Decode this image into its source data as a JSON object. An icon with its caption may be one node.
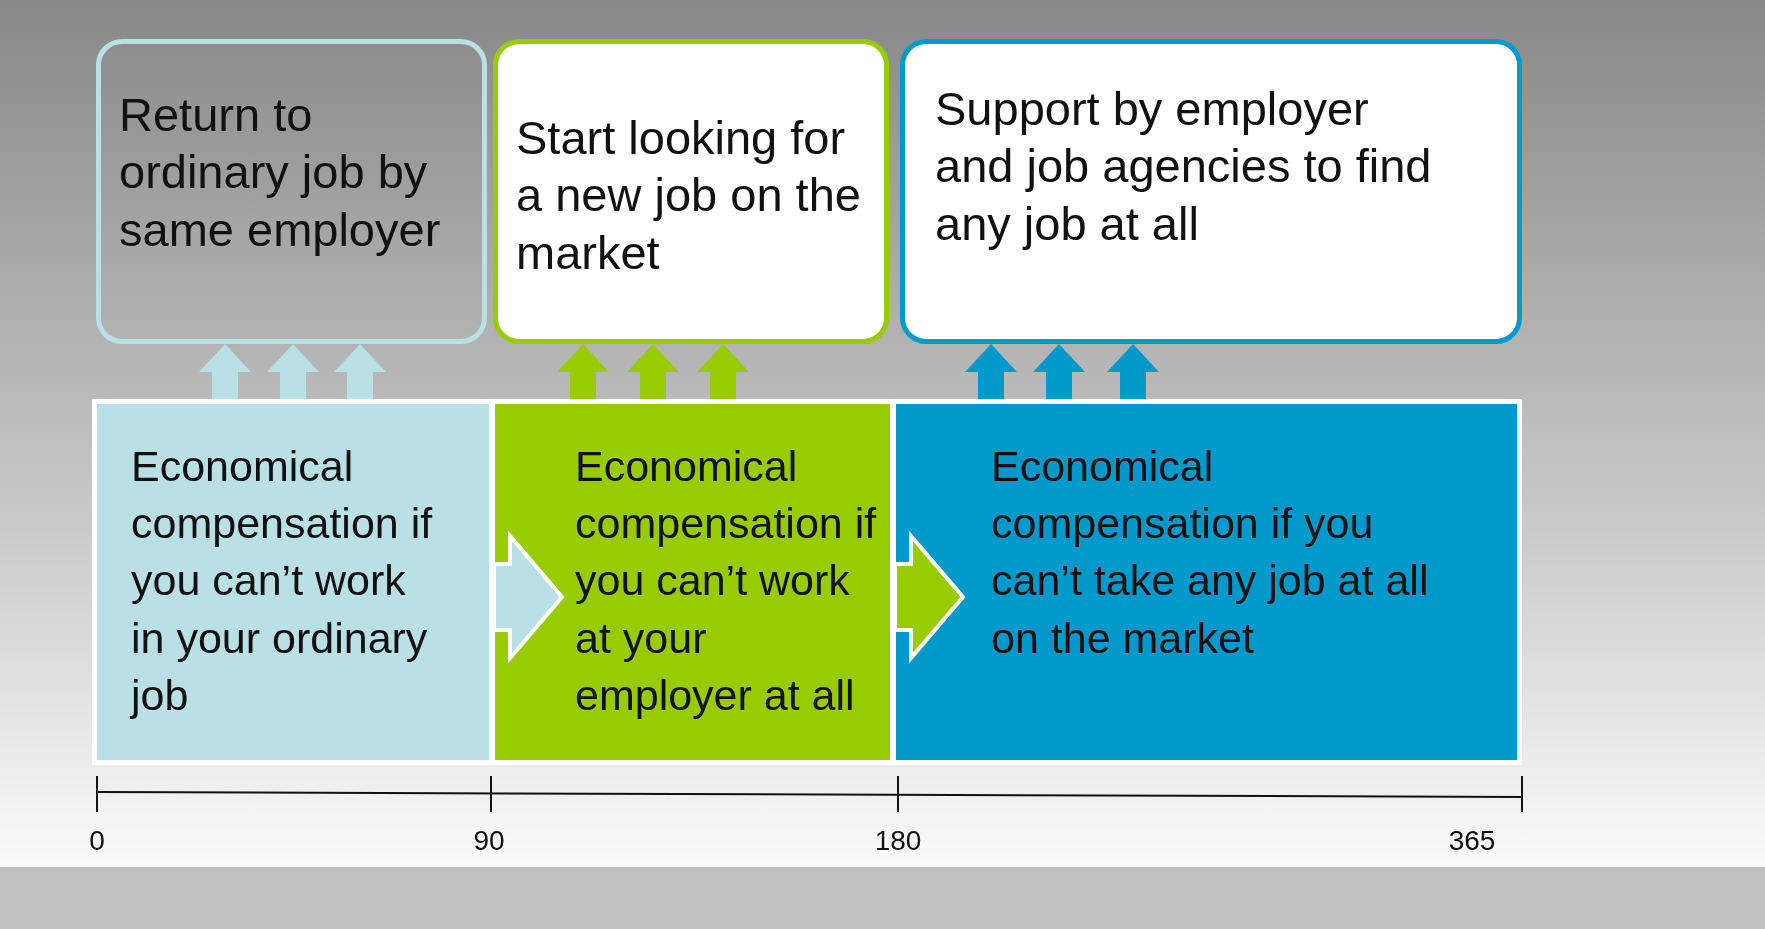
{
  "diagram": {
    "nodes": [
      {
        "text": [
          "Return to ordinary job by same employer"
        ]
      },
      {
        "text": [
          "Start looking for a new job on the market"
        ]
      },
      {
        "text": [
          "Support by employer and job agencies to find any job at all"
        ]
      },
      {
        "text": [
          "Economical compensation if you can’t work in your ordinary job"
        ]
      },
      {
        "text": [
          "Economical compensation if you can’t work at your employer at all"
        ]
      },
      {
        "text": [
          "Economical compensation if you can’t take any job at all on the market"
        ]
      }
    ],
    "edges": [
      {
        "from": 3,
        "to": 0,
        "arrow": "to",
        "style": "thick",
        "color": "#b9e0e5"
      },
      {
        "from": 3,
        "to": 0,
        "arrow": "to",
        "style": "thick",
        "color": "#b9e0e5"
      },
      {
        "from": 3,
        "to": 0,
        "arrow": "to",
        "style": "thick",
        "color": "#b9e0e5"
      },
      {
        "from": 4,
        "to": 1,
        "arrow": "to",
        "style": "thick",
        "color": "#99cc00"
      },
      {
        "from": 4,
        "to": 1,
        "arrow": "to",
        "style": "thick",
        "color": "#99cc00"
      },
      {
        "from": 4,
        "to": 1,
        "arrow": "to",
        "style": "thick",
        "color": "#99cc00"
      },
      {
        "from": 5,
        "to": 2,
        "arrow": "to",
        "style": "thick",
        "color": "#0099cc"
      },
      {
        "from": 5,
        "to": 2,
        "arrow": "to",
        "style": "thick",
        "color": "#0099cc"
      },
      {
        "from": 5,
        "to": 2,
        "arrow": "to",
        "style": "thick",
        "color": "#0099cc"
      },
      {
        "from": 3,
        "to": 4,
        "arrow": "to",
        "style": "thick",
        "color": "#b9e0e5"
      },
      {
        "from": 4,
        "to": 5,
        "arrow": "to",
        "style": "thick",
        "color": "#99cc00"
      }
    ],
    "labels": [
      "0",
      "90",
      "180",
      "365"
    ]
  }
}
